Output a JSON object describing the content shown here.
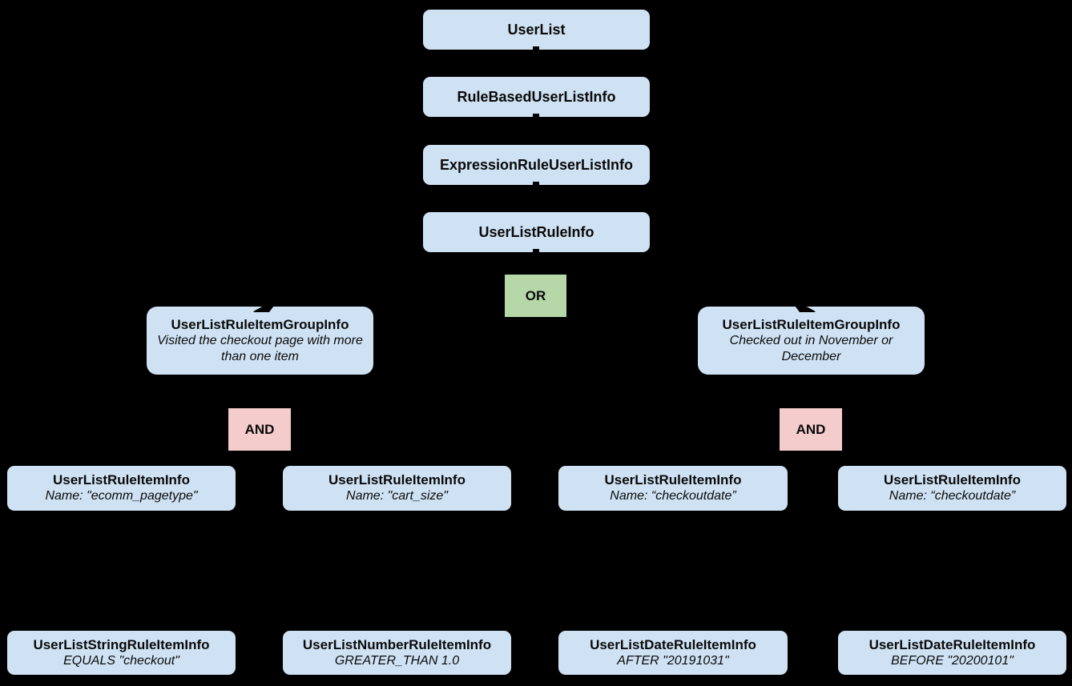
{
  "colors": {
    "background": "#000000",
    "class_box_fill": "#cfe2f3",
    "or_box_fill": "#b6d7a8",
    "and_box_fill": "#f4cccc",
    "text": "#0a0a0a"
  },
  "chain": [
    {
      "label": "UserList"
    },
    {
      "label": "RuleBasedUserListInfo"
    },
    {
      "label": "ExpressionRuleUserListInfo"
    },
    {
      "label": "UserListRuleInfo"
    }
  ],
  "operators": {
    "or": "OR",
    "and_left": "AND",
    "and_right": "AND"
  },
  "groups": [
    {
      "title": "UserListRuleItemGroupInfo",
      "description": "Visited the checkout page with more than one item"
    },
    {
      "title": "UserListRuleItemGroupInfo",
      "description": "Checked out in November or December"
    }
  ],
  "rule_items": [
    {
      "title": "UserListRuleItemInfo",
      "detail": "Name: \"ecomm_pagetype\""
    },
    {
      "title": "UserListRuleItemInfo",
      "detail": "Name: \"cart_size\""
    },
    {
      "title": "UserListRuleItemInfo",
      "detail": "Name: “checkoutdate”"
    },
    {
      "title": "UserListRuleItemInfo",
      "detail": "Name: “checkoutdate”"
    }
  ],
  "leaf_items": [
    {
      "title": "UserListStringRuleItemInfo",
      "detail": "EQUALS \"checkout\""
    },
    {
      "title": "UserListNumberRuleItemInfo",
      "detail": "GREATER_THAN 1.0"
    },
    {
      "title": "UserListDateRuleItemInfo",
      "detail": "AFTER \"20191031\""
    },
    {
      "title": "UserListDateRuleItemInfo",
      "detail": "BEFORE \"20200101\""
    }
  ]
}
